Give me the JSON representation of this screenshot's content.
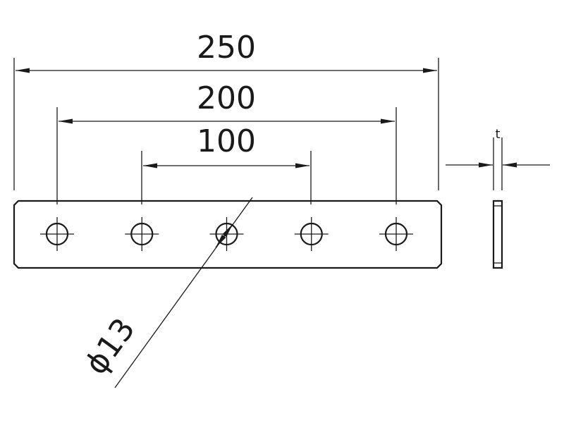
{
  "dimensions": {
    "overall_length": "250",
    "outer_hole_spacing": "200",
    "inner_hole_spacing": "100",
    "hole_diameter": "ϕ13",
    "thickness_symbol": "t"
  },
  "plate": {
    "hole_count": 5
  },
  "colors": {
    "line": "#1a1a1a",
    "background": "#ffffff"
  }
}
